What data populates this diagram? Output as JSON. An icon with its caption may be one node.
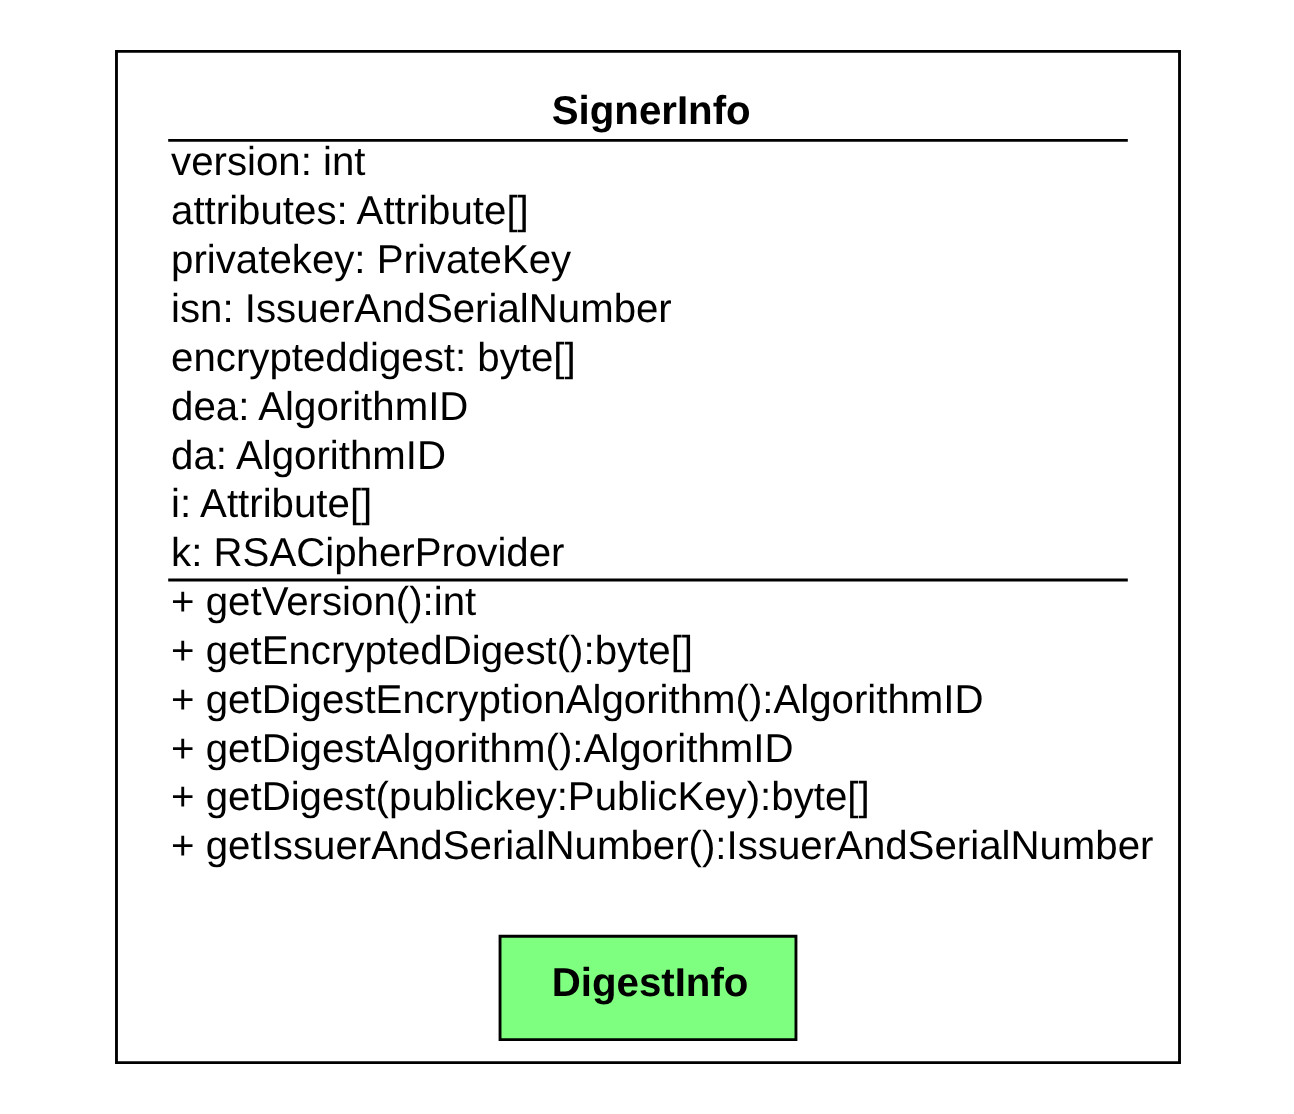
{
  "diagram": {
    "nodes": [
      {
        "text": [
          "SignerInfo",
          "version: int",
          "attributes: Attribute[]",
          "privatekey: PrivateKey",
          "isn: IssuerAndSerialNumber",
          "encrypteddigest: byte[]",
          "dea: AlgorithmID",
          "da: AlgorithmID",
          "i: Attribute[]",
          "k: RSACipherProvider",
          "+ getVersion():int",
          "+ getEncryptedDigest():byte[]",
          "+ getDigestEncryptionAlgorithm():AlgorithmID",
          "+ getDigestAlgorithm():AlgorithmID",
          "+ getDigest(publickey:PublicKey):byte[]",
          "+ getIssuerAndSerialNumber():IssuerAndSerialNumber"
        ]
      },
      {
        "text": [
          "DigestInfo"
        ],
        "in": 0
      }
    ],
    "edges": []
  }
}
